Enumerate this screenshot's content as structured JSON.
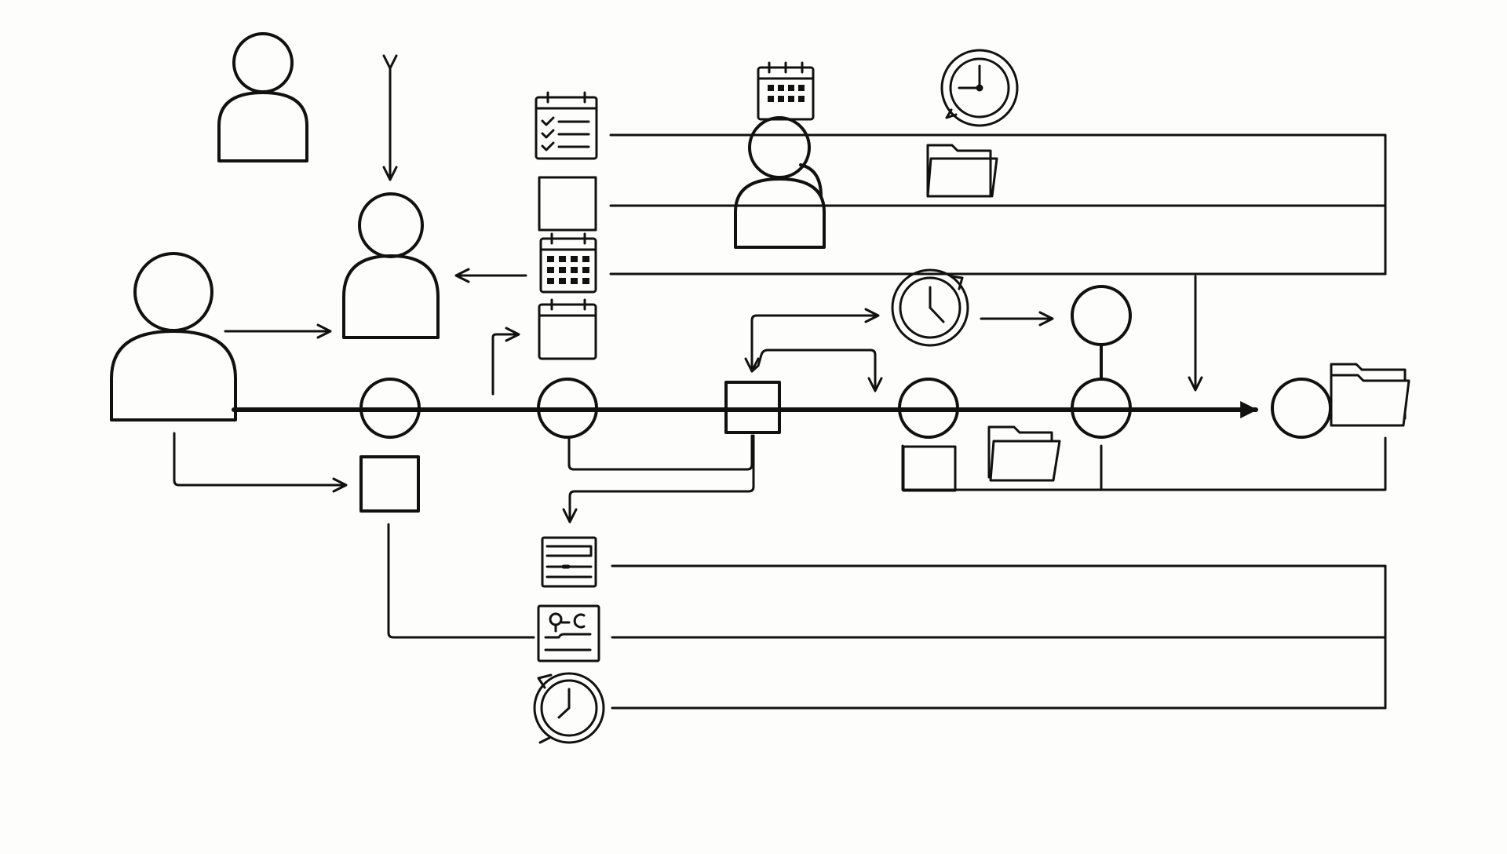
{
  "diagram": {
    "kind": "workflow",
    "background": "#fdfdfb",
    "stroke_color": "#111111",
    "nodes": [
      {
        "id": "person-top-left",
        "icon": "person-icon"
      },
      {
        "id": "person-middle",
        "icon": "person-icon"
      },
      {
        "id": "person-main",
        "icon": "person-icon"
      },
      {
        "id": "person-center",
        "icon": "person-icon"
      },
      {
        "id": "calendar-checklist",
        "icon": "calendar-checklist-icon"
      },
      {
        "id": "blank-box-upper",
        "icon": "square-icon"
      },
      {
        "id": "calendar-grid-left",
        "icon": "calendar-icon"
      },
      {
        "id": "calendar-blank",
        "icon": "calendar-icon"
      },
      {
        "id": "calendar-top",
        "icon": "calendar-icon"
      },
      {
        "id": "clock-top",
        "icon": "clock-icon"
      },
      {
        "id": "folder-top",
        "icon": "folder-icon"
      },
      {
        "id": "clock-middle",
        "icon": "clock-icon"
      },
      {
        "id": "circle-upper-right",
        "icon": "circle-node"
      },
      {
        "id": "circle-1",
        "icon": "circle-node"
      },
      {
        "id": "circle-2",
        "icon": "circle-node"
      },
      {
        "id": "gateway-square",
        "icon": "square-icon"
      },
      {
        "id": "circle-3",
        "icon": "circle-node"
      },
      {
        "id": "circle-4",
        "icon": "circle-node"
      },
      {
        "id": "circle-end",
        "icon": "circle-node"
      },
      {
        "id": "folder-end",
        "icon": "folder-icon"
      },
      {
        "id": "small-square-lower",
        "icon": "square-icon"
      },
      {
        "id": "folder-lower",
        "icon": "folder-icon"
      },
      {
        "id": "square-below-circle-1",
        "icon": "square-icon"
      },
      {
        "id": "form-document",
        "icon": "form-icon"
      },
      {
        "id": "id-card-document",
        "icon": "document-icon"
      },
      {
        "id": "clock-bottom",
        "icon": "clock-icon"
      }
    ]
  }
}
